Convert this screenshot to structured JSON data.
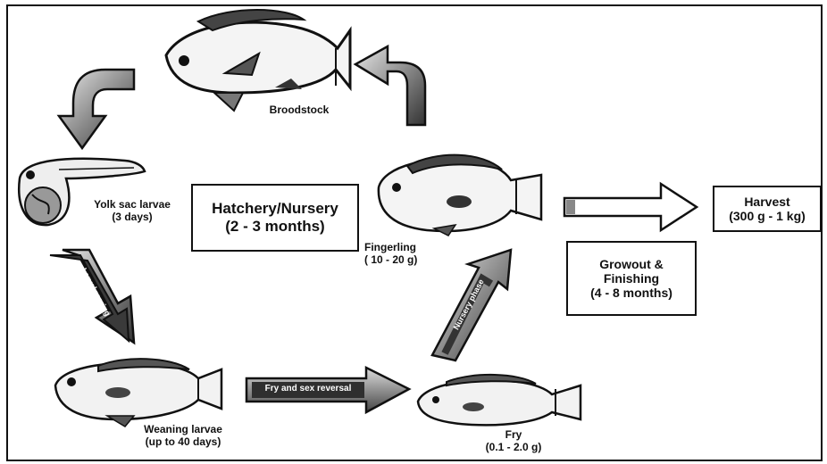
{
  "stages": {
    "broodstock": {
      "name": "Broodstock"
    },
    "yolk_sac": {
      "name": "Yolk sac larvae",
      "duration": "(3 days)"
    },
    "weaning": {
      "name": "Weaning larvae",
      "duration": "(up to 40 days)"
    },
    "fry": {
      "name": "Fry",
      "weight": "(0.1 - 2.0 g)"
    },
    "fingerling": {
      "name": "Fingerling",
      "weight": "( 10 - 20 g)"
    }
  },
  "boxes": {
    "hatchery": {
      "line1": "Hatchery/Nursery",
      "line2": "(2 - 3 months)"
    },
    "growout": {
      "line1": "Growout &",
      "line2": "Finishing",
      "line3": "(4 - 8 months)"
    },
    "harvest": {
      "line1": "Harvest",
      "line2": "(300 g - 1 kg)"
    }
  },
  "arrows": {
    "larval_rearing": "Larval rearing",
    "fry_rearing": "Fry and sex reversal",
    "nursery": "Nursery phase"
  },
  "colors": {
    "ink": "#111111",
    "shade": "#555555"
  }
}
